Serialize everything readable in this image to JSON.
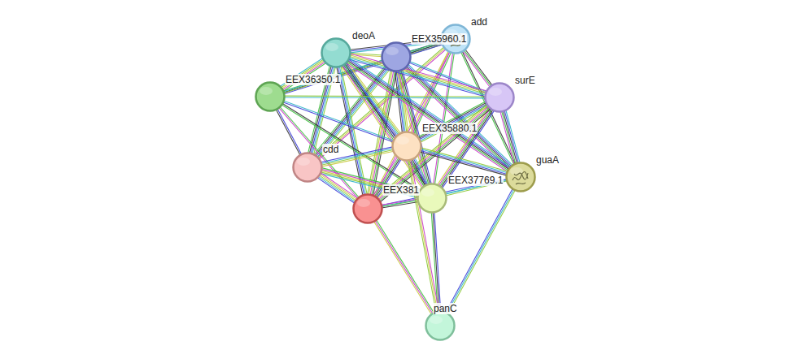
{
  "diagram": {
    "nodes": [
      {
        "text": [
          "add"
        ]
      },
      {
        "text": [
          "EEX35960.1"
        ]
      },
      {
        "text": [
          "deoA"
        ]
      },
      {
        "text": [
          "EEX36350.1"
        ]
      },
      {
        "text": [
          "surE"
        ]
      },
      {
        "text": [
          "EEX35880.1"
        ]
      },
      {
        "text": [
          "cdd"
        ]
      },
      {
        "text": [
          "guaA"
        ]
      },
      {
        "text": [
          "EEX37769.1"
        ]
      },
      {
        "text": [
          "EEX381"
        ]
      },
      {
        "text": [
          "panC"
        ]
      }
    ],
    "edges": [
      {
        "from": 0,
        "to": 1,
        "arrow": "none"
      },
      {
        "from": 0,
        "to": 2,
        "arrow": "none"
      },
      {
        "from": 0,
        "to": 3,
        "arrow": "none"
      },
      {
        "from": 0,
        "to": 4,
        "arrow": "none"
      },
      {
        "from": 0,
        "to": 5,
        "arrow": "none"
      },
      {
        "from": 0,
        "to": 6,
        "arrow": "none"
      },
      {
        "from": 0,
        "to": 7,
        "arrow": "none"
      },
      {
        "from": 0,
        "to": 8,
        "arrow": "none"
      },
      {
        "from": 0,
        "to": 9,
        "arrow": "none"
      },
      {
        "from": 1,
        "to": 2,
        "arrow": "none"
      },
      {
        "from": 1,
        "to": 3,
        "arrow": "none"
      },
      {
        "from": 1,
        "to": 4,
        "arrow": "none"
      },
      {
        "from": 1,
        "to": 5,
        "arrow": "none"
      },
      {
        "from": 1,
        "to": 6,
        "arrow": "none"
      },
      {
        "from": 1,
        "to": 7,
        "arrow": "none"
      },
      {
        "from": 1,
        "to": 8,
        "arrow": "none"
      },
      {
        "from": 1,
        "to": 9,
        "arrow": "none"
      },
      {
        "from": 2,
        "to": 3,
        "arrow": "none"
      },
      {
        "from": 2,
        "to": 4,
        "arrow": "none"
      },
      {
        "from": 2,
        "to": 5,
        "arrow": "none"
      },
      {
        "from": 2,
        "to": 6,
        "arrow": "none"
      },
      {
        "from": 2,
        "to": 7,
        "arrow": "none"
      },
      {
        "from": 2,
        "to": 8,
        "arrow": "none"
      },
      {
        "from": 2,
        "to": 9,
        "arrow": "none"
      },
      {
        "from": 3,
        "to": 4,
        "arrow": "none"
      },
      {
        "from": 3,
        "to": 5,
        "arrow": "none"
      },
      {
        "from": 3,
        "to": 6,
        "arrow": "none"
      },
      {
        "from": 3,
        "to": 8,
        "arrow": "none"
      },
      {
        "from": 3,
        "to": 9,
        "arrow": "none"
      },
      {
        "from": 4,
        "to": 5,
        "arrow": "none"
      },
      {
        "from": 4,
        "to": 7,
        "arrow": "none"
      },
      {
        "from": 4,
        "to": 8,
        "arrow": "none"
      },
      {
        "from": 4,
        "to": 9,
        "arrow": "none"
      },
      {
        "from": 5,
        "to": 6,
        "arrow": "none"
      },
      {
        "from": 5,
        "to": 7,
        "arrow": "none"
      },
      {
        "from": 5,
        "to": 8,
        "arrow": "none"
      },
      {
        "from": 5,
        "to": 9,
        "arrow": "none"
      },
      {
        "from": 6,
        "to": 8,
        "arrow": "none"
      },
      {
        "from": 6,
        "to": 9,
        "arrow": "none"
      },
      {
        "from": 7,
        "to": 8,
        "arrow": "none"
      },
      {
        "from": 7,
        "to": 9,
        "arrow": "none"
      },
      {
        "from": 8,
        "to": 9,
        "arrow": "none"
      },
      {
        "from": 9,
        "to": 10,
        "arrow": "none"
      },
      {
        "from": 8,
        "to": 10,
        "arrow": "none"
      },
      {
        "from": 7,
        "to": 10,
        "arrow": "none"
      },
      {
        "from": 5,
        "to": 10,
        "arrow": "none"
      }
    ]
  }
}
